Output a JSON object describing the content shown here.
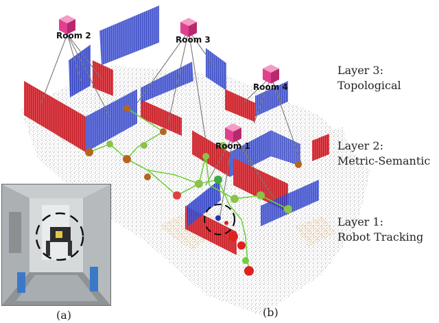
{
  "rooms": [
    {
      "label": "Room 2"
    },
    {
      "label": "Room 3"
    },
    {
      "label": "Room 4"
    },
    {
      "label": "Room 1"
    }
  ],
  "layers": [
    {
      "line1": "Layer 3:",
      "line2": "Topological"
    },
    {
      "line1": "Layer 2:",
      "line2": "Metric-Semantic"
    },
    {
      "line1": "Layer 1:",
      "line2": "Robot Tracking"
    }
  ],
  "captions": {
    "a": "(a)",
    "b": "(b)"
  },
  "colors": {
    "room_node": "#e0408e",
    "wall_red": "#d8262e",
    "wall_blue": "#3344cc",
    "object_node": "#8bc34a",
    "object_node_dark": "#b5651d",
    "robot_node": "#e02020",
    "edge_gray": "#777777",
    "edge_green": "#6fd03a",
    "point_cloud": "#b9b9b9",
    "tan_points": "#d9b07a"
  }
}
